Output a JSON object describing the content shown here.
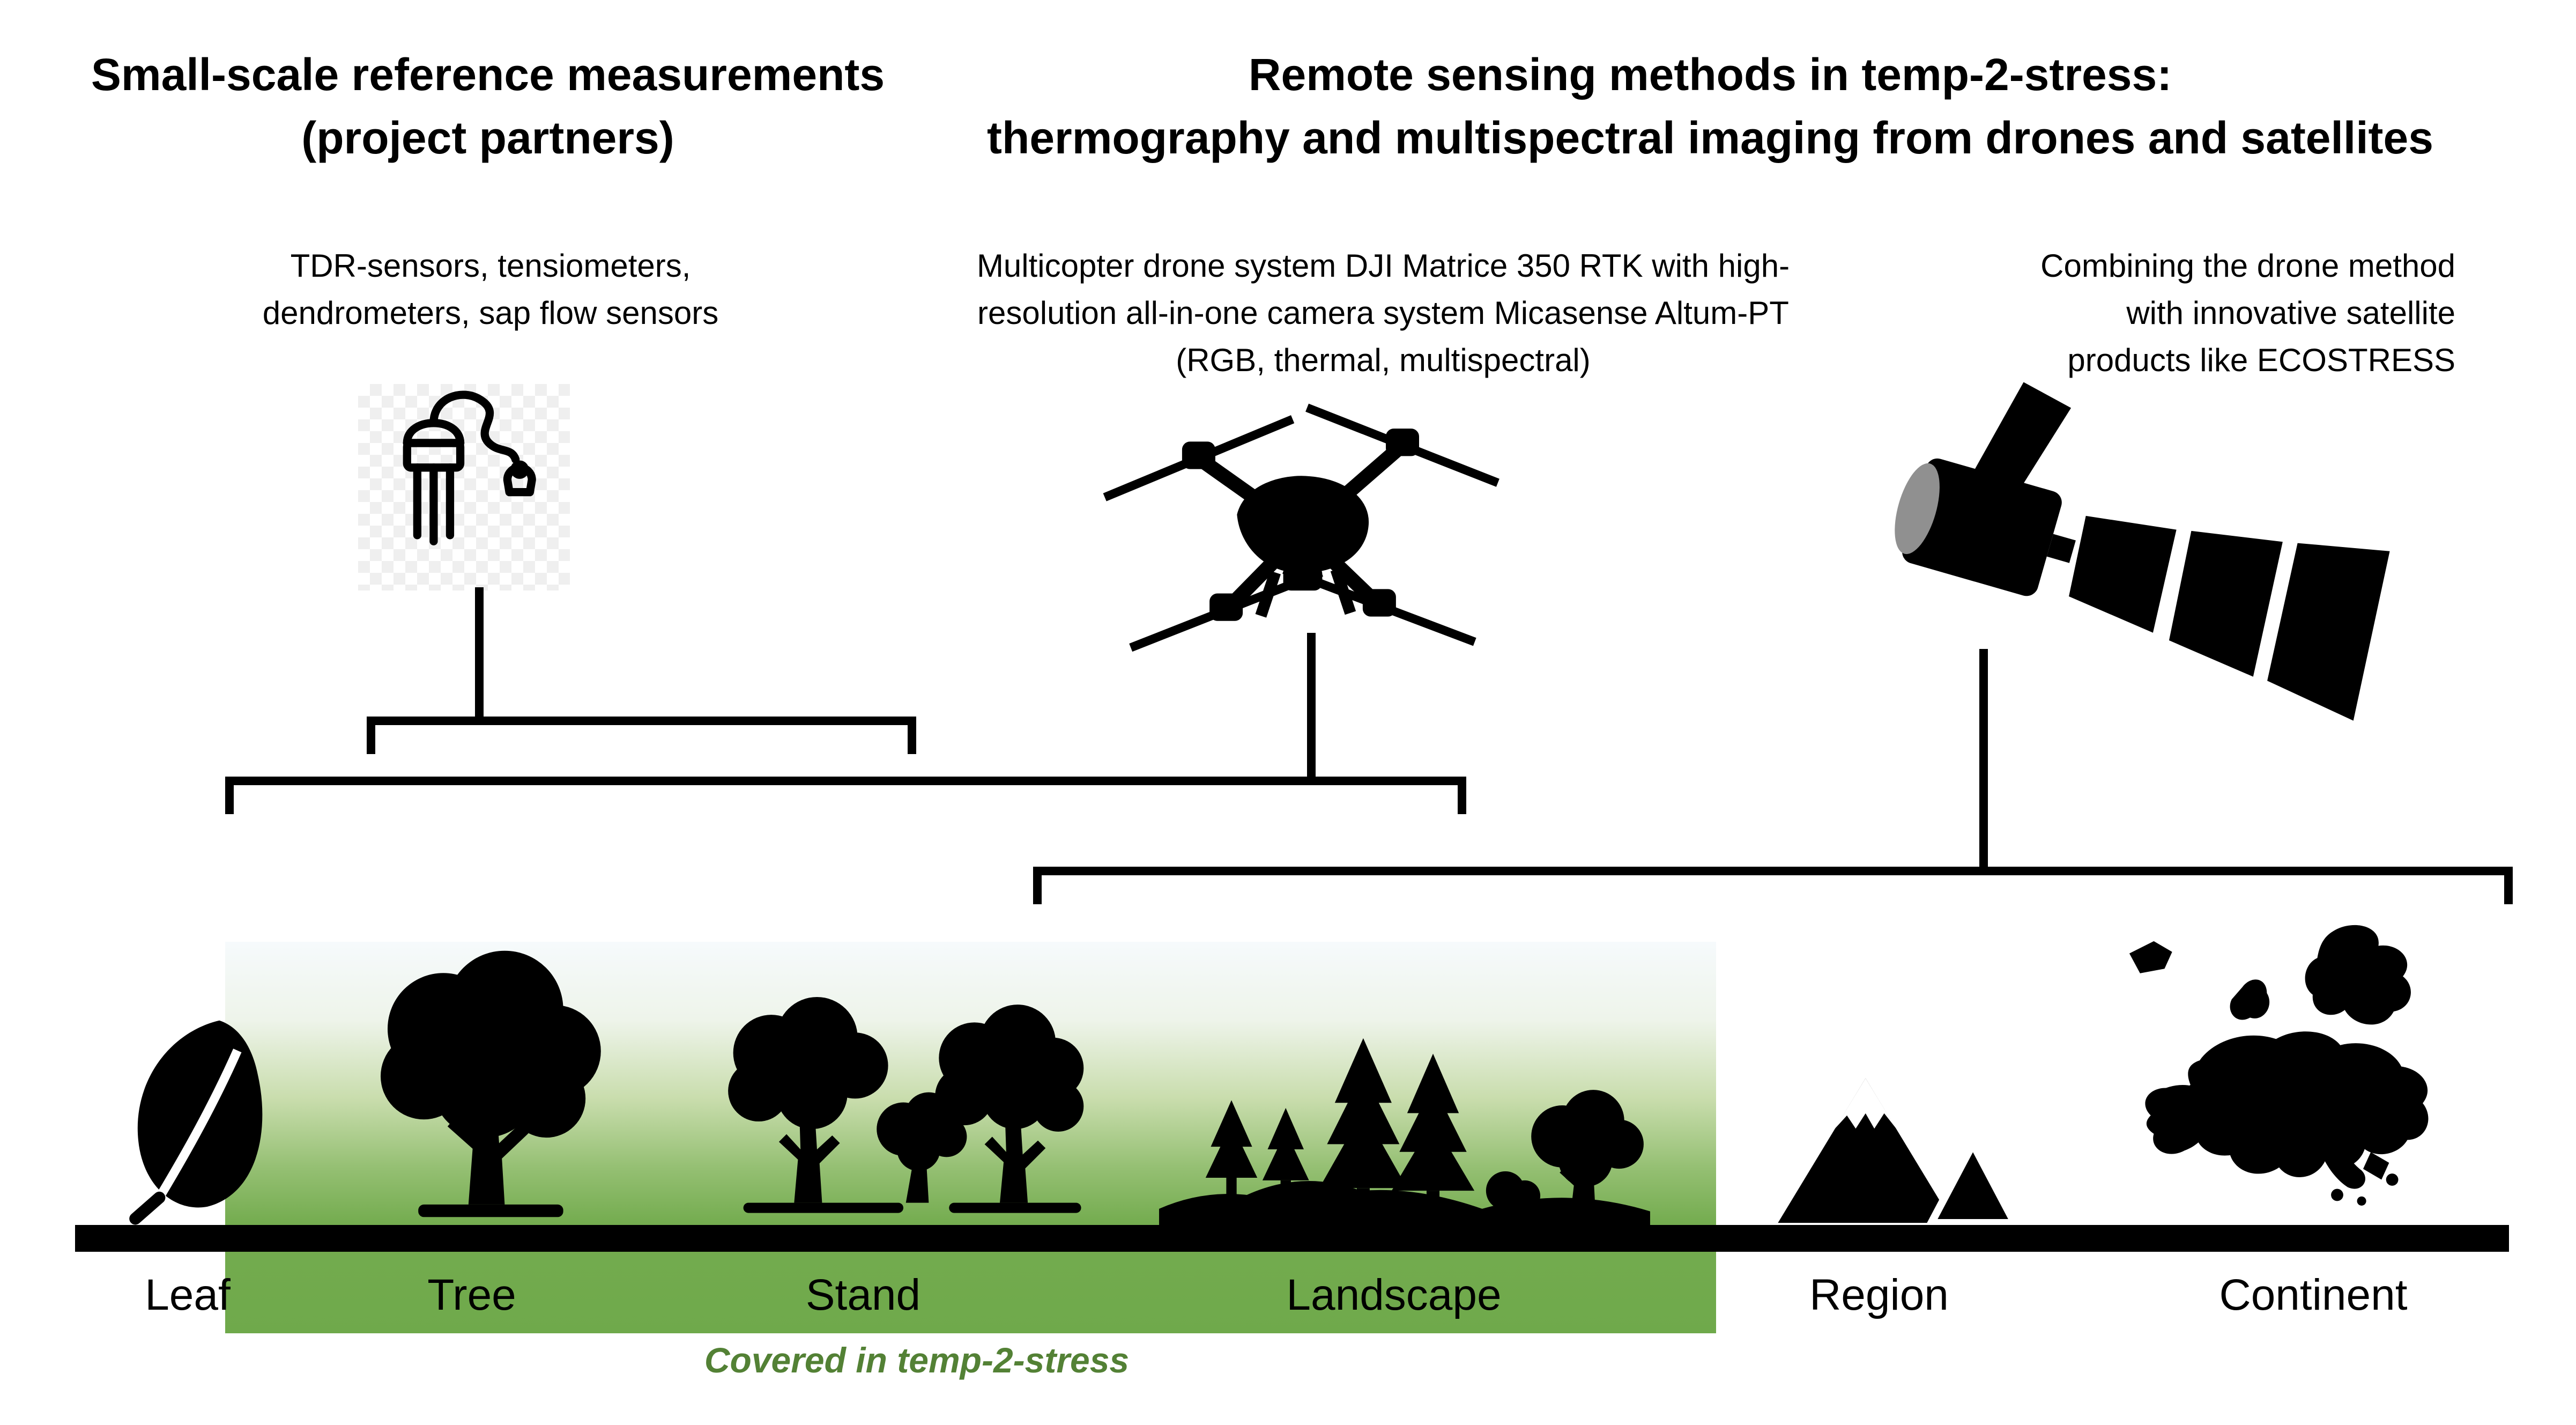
{
  "figure": {
    "headings": {
      "left": {
        "lines": [
          "Small-scale reference measurements",
          "(project partners)"
        ]
      },
      "right": {
        "lines": [
          "Remote sensing methods in temp-2-stress:",
          "thermography and multispectral imaging from drones and satellites"
        ]
      }
    },
    "methods": {
      "reference": {
        "icon": "soil-sensor-icon",
        "lines": [
          "TDR-sensors, tensiometers,",
          "dendrometers, sap flow sensors"
        ]
      },
      "drone": {
        "icon": "drone-icon",
        "lines": [
          "Multicopter drone system DJI Matrice 350 RTK with high-",
          "resolution all-in-one camera system Micasense Altum-PT",
          "(RGB, thermal, multispectral)"
        ]
      },
      "satellite": {
        "icon": "satellite-icon",
        "lines": [
          "Combining the drone method",
          "with innovative satellite",
          "products like ECOSTRESS"
        ]
      }
    },
    "scale_bar": {
      "labels": [
        "Leaf",
        "Tree",
        "Stand",
        "Landscape",
        "Region",
        "Continent"
      ],
      "icons": [
        "leaf-icon",
        "tree-icon",
        "stand-icon",
        "landscape-icon",
        "mountain-icon",
        "europe-map-icon"
      ],
      "caption": "Covered in temp-2-stress",
      "covered_range": [
        "Tree",
        "Landscape"
      ]
    },
    "colors": {
      "covered_green": "#6fa94b",
      "caption_green": "#538135",
      "ink": "#000000"
    }
  }
}
